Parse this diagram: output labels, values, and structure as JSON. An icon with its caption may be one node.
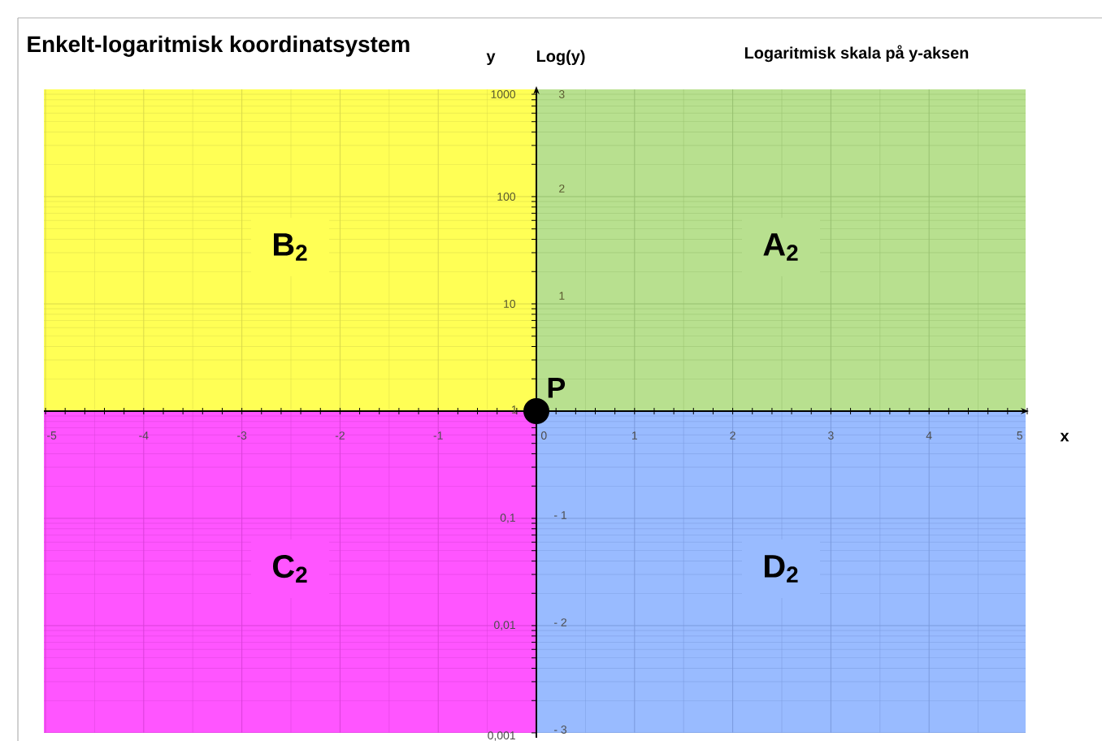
{
  "diagram": {
    "title": "Enkelt-logaritmisk koordinatsystem",
    "nodes": [
      {
        "text": [
          "B$_{2}$"
        ]
      },
      {
        "text": [
          "A$_{2}$"
        ]
      },
      {
        "text": [
          "C$_{2}$"
        ]
      },
      {
        "text": [
          "D$_{2}$"
        ]
      },
      {
        "text": [],
        "shape": "circle",
        "beside": [
          "P"
        ]
      }
    ],
    "labels": [
      "y",
      "Log(y)",
      "Logaritmisk skala på y-aksen",
      "1000",
      "3",
      "100",
      "2",
      "10",
      "1",
      "1",
      "-5",
      "-4",
      "-3",
      "-2",
      "-1",
      "0",
      "1",
      "2",
      "3",
      "4",
      "5",
      "x",
      "0,1",
      "- 1",
      "0,01",
      "- 2",
      "0,001",
      "- 3"
    ]
  }
}
